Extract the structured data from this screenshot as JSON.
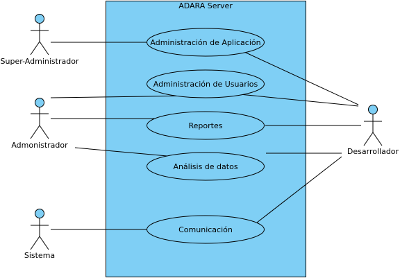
{
  "colors": {
    "system_fill": "#7fcff5",
    "use_case_fill": "#7fcff5",
    "actor_head_fill": "#7fcff5",
    "line": "#000000"
  },
  "system": {
    "name": "ADARA Server"
  },
  "use_cases": [
    {
      "label": "Administración de Aplicación"
    },
    {
      "label": "Administración de Usuarios"
    },
    {
      "label": "Reportes"
    },
    {
      "label": "Análisis de datos"
    },
    {
      "label": "Comunicación"
    }
  ],
  "actors": [
    {
      "label": "Super-Administrador"
    },
    {
      "label": "Admonistrador"
    },
    {
      "label": "Sistema"
    },
    {
      "label": "Desarrollador"
    }
  ]
}
